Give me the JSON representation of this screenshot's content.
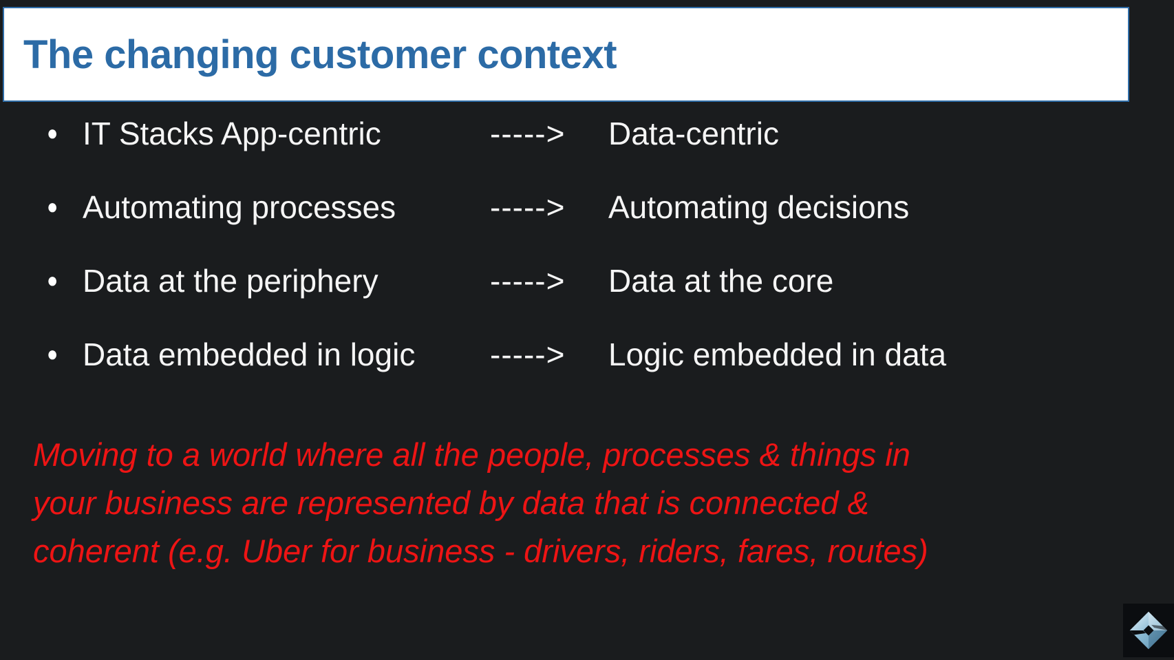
{
  "slide": {
    "title": "The changing customer context",
    "bullet_glyph": "●",
    "bullets": [
      {
        "left": "IT Stacks App-centric",
        "arrow": "----->",
        "right": "Data-centric"
      },
      {
        "left": "Automating processes",
        "arrow": "----->",
        "right": "Automating decisions"
      },
      {
        "left": "Data at the periphery",
        "arrow": "----->",
        "right": "Data at the core"
      },
      {
        "left": "Data embedded in logic",
        "arrow": "----->",
        "right": "Logic embedded in data"
      }
    ],
    "note_lines": [
      "Moving to a world where all the people, processes & things in",
      "your business are represented by data that is connected &",
      "coherent (e.g. Uber for business - drivers, riders, fares, routes)"
    ],
    "colors": {
      "background": "#1a1c1e",
      "title_band_bg": "#ffffff",
      "title_band_border": "#2f6da8",
      "title_text": "#2c6ba6",
      "bullet_text": "#f5f5f5",
      "note_red": "#ee1414",
      "logo_tile_bg": "#0b0d10",
      "logo_blue_light": "#cfe8f2",
      "logo_blue_dark": "#4e7f9f"
    },
    "logo_name": "cube-diamond-logo"
  }
}
